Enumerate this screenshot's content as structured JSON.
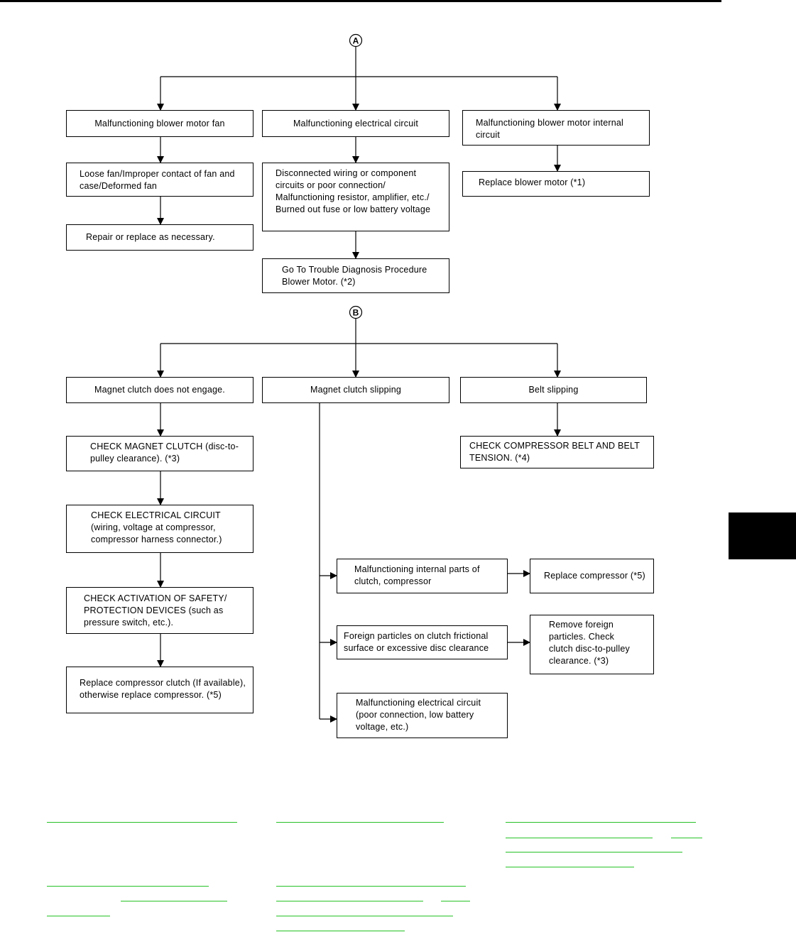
{
  "connectors": {
    "a": "A",
    "b": "B"
  },
  "section_a": {
    "col1": {
      "head": "Malfunctioning blower motor fan",
      "cause": "Loose fan/Improper contact of fan and case/Deformed fan",
      "action": "Repair or replace as necessary."
    },
    "col2": {
      "head": "Malfunctioning electrical circuit",
      "cause": "Disconnected wiring or component circuits or poor connection/ Malfunctioning resistor, amplifier, etc./ Burned out fuse or low battery voltage",
      "action": "Go To Trouble Diagnosis Procedure Blower Motor. (*2)"
    },
    "col3": {
      "head": "Malfunctioning blower motor internal circuit",
      "action": "Replace blower motor (*1)"
    }
  },
  "section_b": {
    "col1": {
      "head": "Magnet clutch does not engage.",
      "step1": "CHECK MAGNET CLUTCH (disc-to-pulley clearance). (*3)",
      "step2": "CHECK ELECTRICAL CIRCUIT (wiring, voltage at compressor, compressor harness connector.)",
      "step3": "CHECK ACTIVATION OF SAFETY/ PROTECTION DEVICES (such as pressure switch, etc.).",
      "step4": "Replace compressor clutch (If available), otherwise replace compressor. (*5)"
    },
    "col2": {
      "head": "Magnet clutch slipping",
      "cause1": "Malfunctioning internal parts of clutch, compressor",
      "action1": "Replace compressor (*5)",
      "cause2": "Foreign particles on clutch frictional surface or excessive disc clearance",
      "action2": "Remove foreign particles. Check clutch disc-to-pulley clearance. (*3)",
      "cause3": "Malfunctioning electrical circuit (poor connection, low battery voltage, etc.)"
    },
    "col3": {
      "head": "Belt slipping",
      "step1": "CHECK COMPRESSOR BELT AND BELT TENSION. (*4)"
    }
  },
  "colors": {
    "link": "#27c227",
    "line": "#000000"
  }
}
